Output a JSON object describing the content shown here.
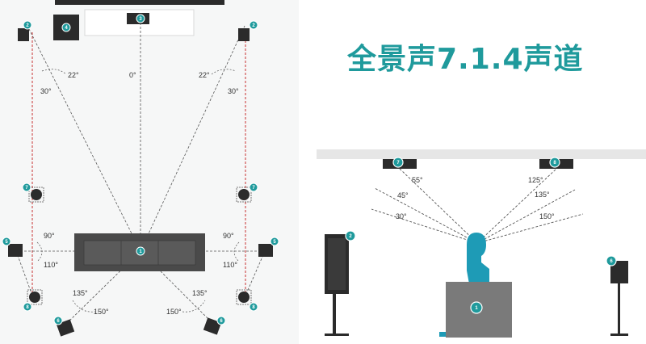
{
  "title": "全景声7.1.4声道",
  "colors": {
    "accent": "#1f9a9c",
    "speaker": "#2b2b2b",
    "sofa": "#4a4a4a",
    "plan_bg": "#f6f7f7",
    "red_line": "#c83232",
    "person": "#1e9bb6",
    "wall": "#e6e6e6"
  },
  "top_view": {
    "angles": {
      "center": "0°",
      "front_left_22": "22°",
      "front_left_30": "30°",
      "front_right_22": "22°",
      "front_right_30": "30°",
      "side_left_90": "90°",
      "side_left_110": "110°",
      "side_right_90": "90°",
      "side_right_110": "110°",
      "rear_left_135": "135°",
      "rear_left_150": "150°",
      "rear_right_135": "135°",
      "rear_right_150": "150°"
    },
    "badges": {
      "listener": "1",
      "front_left": "2",
      "front_right": "2",
      "center": "3",
      "subwoofer": "4",
      "side_left": "5",
      "side_right": "5",
      "rear_left": "6",
      "rear_right": "6",
      "top_front_left": "7",
      "top_front_right": "7",
      "top_rear_left": "8",
      "top_rear_right": "8"
    }
  },
  "side_view": {
    "angles": {
      "a55": "55°",
      "a45": "45°",
      "a30": "30°",
      "a125": "125°",
      "a135": "135°",
      "a150": "150°"
    },
    "badges": {
      "top_front": "7",
      "top_rear": "8",
      "front": "2",
      "surround": "6",
      "listener": "1"
    }
  }
}
